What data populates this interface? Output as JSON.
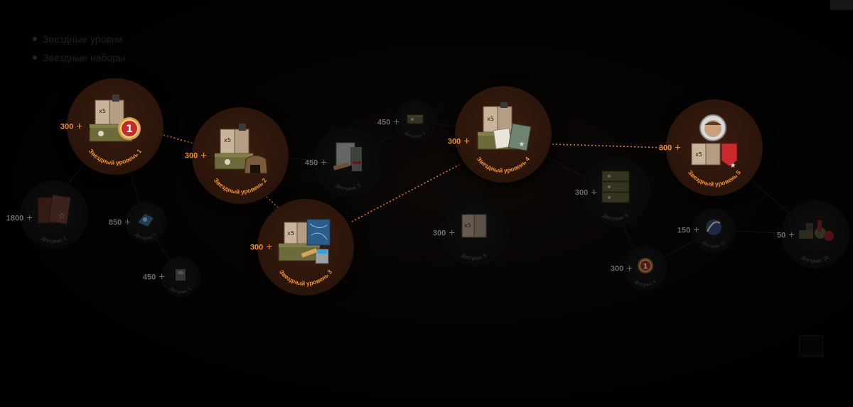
{
  "nav": {
    "tabs": [
      {
        "label": "",
        "active": false
      },
      {
        "label": "",
        "active": true
      },
      {
        "label": "",
        "active": false
      },
      {
        "label": "",
        "active": false
      },
      {
        "label": "",
        "active": false
      }
    ]
  },
  "legend": [
    {
      "label": "Звездные уровни"
    },
    {
      "label": "Звездные наборы"
    }
  ],
  "colors": {
    "accent": "#f0902c",
    "major_node": "#2a1409",
    "minor_node": "#0a0a0a",
    "link_dotted": "#e07a2a"
  },
  "nodes": [
    {
      "id": "star1",
      "kind": "major",
      "caption": "Звездный уровень 1",
      "cost": "300",
      "icon": "crate-books-badge-icon"
    },
    {
      "id": "star2",
      "kind": "major",
      "caption": "Звездный уровень 2",
      "cost": "300",
      "icon": "crate-books-bunker-icon"
    },
    {
      "id": "star3",
      "kind": "major",
      "caption": "Звездный уровень 3",
      "cost": "300",
      "icon": "crate-map-paint-icon"
    },
    {
      "id": "star4",
      "kind": "major",
      "caption": "Звездный уровень 4",
      "cost": "300",
      "icon": "crate-map-token-icon"
    },
    {
      "id": "star5",
      "kind": "major",
      "caption": "Звездный уровень 5",
      "cost": "300",
      "icon": "cosmonaut-portrait-icon"
    },
    {
      "id": "acc1",
      "kind": "minor",
      "caption": "Доступно: 1",
      "cost": "1800",
      "icon": "portrait-frame-icon"
    },
    {
      "id": "acc2",
      "kind": "minor",
      "caption": "Доступно: 3",
      "cost": "850",
      "icon": "blue-emblem-icon"
    },
    {
      "id": "acc3",
      "kind": "minor",
      "caption": "Доступно: 1",
      "cost": "450",
      "icon": "inscription-icon"
    },
    {
      "id": "acc4",
      "kind": "minor",
      "caption": "Доступно: 2",
      "cost": "450",
      "icon": "map-paint-icon"
    },
    {
      "id": "acc5",
      "kind": "minor",
      "caption": "Доступно: 1",
      "cost": "450",
      "icon": "small-crate-icon"
    },
    {
      "id": "acc6",
      "kind": "minor",
      "caption": "Доступно: 5",
      "cost": "300",
      "icon": "books-x5-icon"
    },
    {
      "id": "acc7",
      "kind": "minor",
      "caption": "Доступно: 3",
      "cost": "300",
      "icon": "crate-stack-icon"
    },
    {
      "id": "acc8",
      "kind": "minor",
      "caption": "Доступно: 4",
      "cost": "300",
      "icon": "rank-badge-icon"
    },
    {
      "id": "acc9",
      "kind": "minor",
      "caption": "Доступно: 10",
      "cost": "150",
      "icon": "moon-emblem-icon"
    },
    {
      "id": "acc10",
      "kind": "minor",
      "caption": "Доступно: 20",
      "cost": "50",
      "icon": "supply-pile-icon"
    }
  ]
}
